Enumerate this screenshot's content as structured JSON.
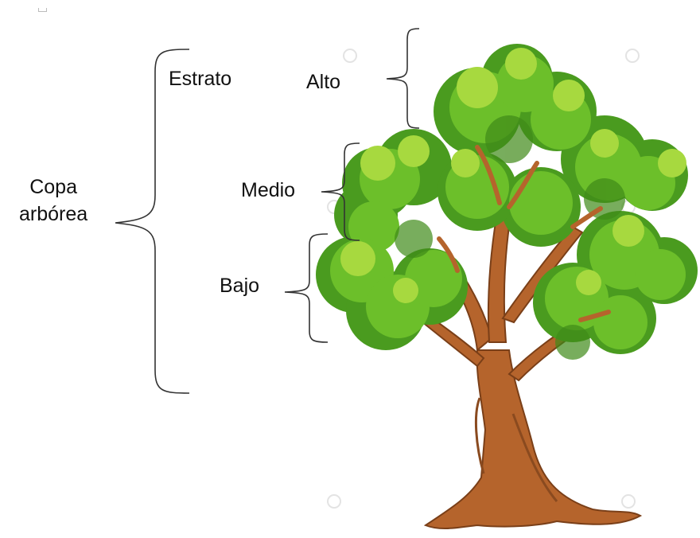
{
  "labels": {
    "copa_line1": "Copa",
    "copa_line2": "arbórea",
    "estrato": "Estrato",
    "alto": "Alto",
    "medio": "Medio",
    "bajo": "Bajo"
  },
  "colors": {
    "bracket": "#333333",
    "trunk": "#b5642c",
    "trunk_dark": "#8a4a1f",
    "foliage_dark": "#4a9b1f",
    "foliage_mid": "#6cbf2a",
    "foliage_light": "#a7d93f",
    "watermark": "#e6e6e6"
  }
}
